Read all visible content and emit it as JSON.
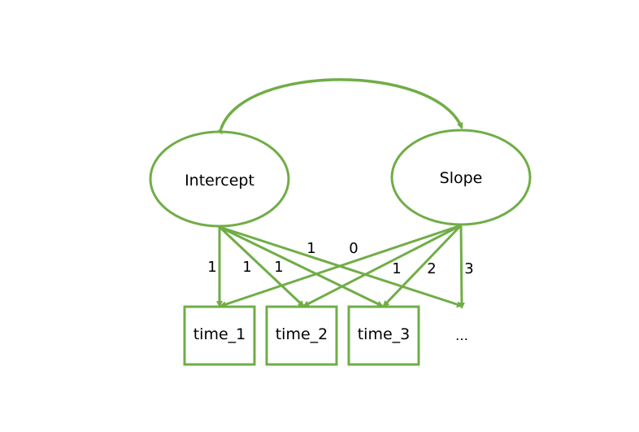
{
  "colors": {
    "stroke": "#70AD47",
    "text": "#000000",
    "background": "#FFFFFF"
  },
  "latent_factors": {
    "intercept": "Intercept",
    "slope": "Slope"
  },
  "observed": {
    "time_1": "time_1",
    "time_2": "time_2",
    "time_3": "time_3",
    "more": "…"
  },
  "loadings": {
    "intercept_time_1": "1",
    "intercept_time_2": "1",
    "intercept_time_3": "1",
    "intercept_more": "1",
    "slope_time_1": "0",
    "slope_time_2": "1",
    "slope_time_3": "2",
    "slope_more": "3"
  }
}
